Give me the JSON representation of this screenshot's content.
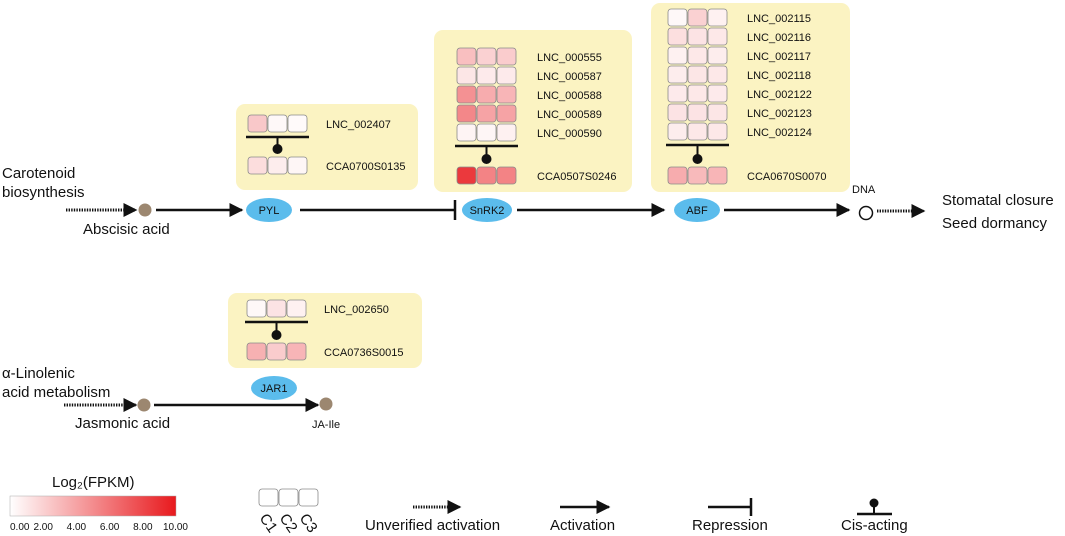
{
  "colors": {
    "panel": "#fbf3c2",
    "oval": "#5bbcec",
    "metabolite": "#9c8770",
    "scale_low": "#ffffff",
    "scale_high": "#e8191d"
  },
  "scale": {
    "title": "Log₂(FPKM)",
    "min": 0,
    "max": 10,
    "ticks": [
      "0.00",
      "2.00",
      "4.00",
      "6.00",
      "8.00",
      "10.00"
    ]
  },
  "pathway_aba": {
    "input_label": "Carotenoid\nbiosynthesis",
    "metabolite": "Abscisic acid",
    "receptor": "PYL",
    "kinase": "SnRK2",
    "tf": "ABF",
    "dna_label": "DNA",
    "outputs": [
      "Stomatal closure",
      "Seed dormancy"
    ]
  },
  "pathway_ja": {
    "input_label": "α-Linolenic\nacid metabolism",
    "metabolite": "Jasmonic acid",
    "enzyme": "JAR1",
    "product": "JA-Ile"
  },
  "panels": [
    {
      "id": "pyl",
      "gene": "CCA0700S0135",
      "gene_values": [
        1.5,
        0.8,
        0.4
      ],
      "lncs": [
        {
          "name": "LNC_002407",
          "values": [
            2.4,
            0.3,
            0.2
          ]
        }
      ]
    },
    {
      "id": "snrk2",
      "gene": "CCA0507S0246",
      "gene_values": [
        8.6,
        5.4,
        5.4
      ],
      "lncs": [
        {
          "name": "LNC_000555",
          "values": [
            2.8,
            2.0,
            2.2
          ]
        },
        {
          "name": "LNC_000587",
          "values": [
            1.1,
            0.9,
            0.9
          ]
        },
        {
          "name": "LNC_000588",
          "values": [
            4.8,
            3.6,
            3.2
          ]
        },
        {
          "name": "LNC_000589",
          "values": [
            5.2,
            4.0,
            4.0
          ]
        },
        {
          "name": "LNC_000590",
          "values": [
            0.5,
            0.4,
            0.6
          ]
        }
      ]
    },
    {
      "id": "abf",
      "gene": "CCA0670S0070",
      "gene_values": [
        3.6,
        3.0,
        3.2
      ],
      "lncs": [
        {
          "name": "LNC_002115",
          "values": [
            0.3,
            2.0,
            0.6
          ]
        },
        {
          "name": "LNC_002116",
          "values": [
            1.4,
            1.2,
            1.0
          ]
        },
        {
          "name": "LNC_002117",
          "values": [
            0.6,
            1.0,
            0.8
          ]
        },
        {
          "name": "LNC_002118",
          "values": [
            0.8,
            1.1,
            1.0
          ]
        },
        {
          "name": "LNC_002122",
          "values": [
            0.9,
            1.0,
            0.9
          ]
        },
        {
          "name": "LNC_002123",
          "values": [
            1.2,
            1.2,
            1.1
          ]
        },
        {
          "name": "LNC_002124",
          "values": [
            0.8,
            1.0,
            1.0
          ]
        }
      ]
    },
    {
      "id": "jar1",
      "gene": "CCA0736S0015",
      "gene_values": [
        3.4,
        2.2,
        3.2
      ],
      "lncs": [
        {
          "name": "LNC_002650",
          "values": [
            0.3,
            1.2,
            0.6
          ]
        }
      ]
    }
  ],
  "legend": {
    "samples": [
      "C1",
      "C2",
      "C3"
    ],
    "unverified": "Unverified activation",
    "activation": "Activation",
    "repression": "Repression",
    "cis": "Cis-acting"
  }
}
